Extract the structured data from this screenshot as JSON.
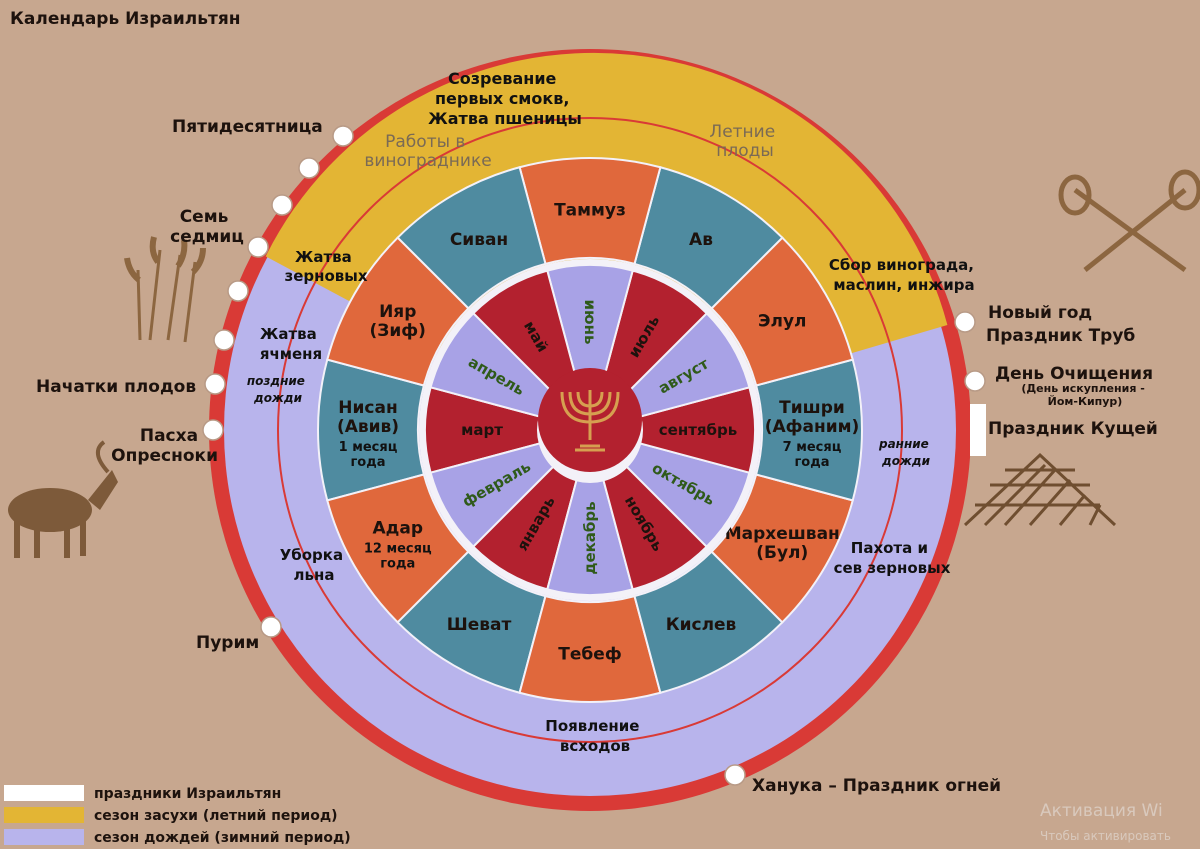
{
  "title": "Календарь Израильтян",
  "colors": {
    "background": "#c7a78f",
    "outer_ring": "#d93a36",
    "summer": "#e3b534",
    "winter": "#b8b4ec",
    "month_blue": "#4f8ba0",
    "month_orange": "#e0683c",
    "inner_red": "#b3212f",
    "inner_lilac": "#a8a2e6",
    "hub": "#b3212f",
    "menorah": "#c8954a",
    "holiday": "#ffffff"
  },
  "months": [
    {
      "name": "Нисан",
      "alt": "(Авив)",
      "note": [
        "1 месяц",
        "года"
      ],
      "color": "blue"
    },
    {
      "name": "Адар",
      "alt": "",
      "note": [
        "12 месяц",
        "года"
      ],
      "color": "orange"
    },
    {
      "name": "Шеват",
      "alt": "",
      "note": [],
      "color": "blue"
    },
    {
      "name": "Тебеф",
      "alt": "",
      "note": [],
      "color": "orange"
    },
    {
      "name": "Кислев",
      "alt": "",
      "note": [],
      "color": "blue"
    },
    {
      "name": "Мархешван",
      "alt": "(Бул)",
      "note": [],
      "color": "orange"
    },
    {
      "name": "Тишри",
      "alt": "(Афаним)",
      "note": [
        "7 месяц",
        "года"
      ],
      "color": "blue"
    },
    {
      "name": "Элул",
      "alt": "",
      "note": [],
      "color": "orange"
    },
    {
      "name": "Ав",
      "alt": "",
      "note": [],
      "color": "blue"
    },
    {
      "name": "Таммуз",
      "alt": "",
      "note": [],
      "color": "orange"
    },
    {
      "name": "Сиван",
      "alt": "",
      "note": [],
      "color": "blue"
    },
    {
      "name": "Ияр",
      "alt": "(Зиф)",
      "note": [],
      "color": "orange"
    }
  ],
  "gregorian": [
    {
      "name": "март",
      "color": "red"
    },
    {
      "name": "февраль",
      "color": "lilac"
    },
    {
      "name": "январь",
      "color": "red"
    },
    {
      "name": "декабрь",
      "color": "lilac"
    },
    {
      "name": "ноябрь",
      "color": "red"
    },
    {
      "name": "октябрь",
      "color": "lilac"
    },
    {
      "name": "сентябрь",
      "color": "red"
    },
    {
      "name": "август",
      "color": "lilac"
    },
    {
      "name": "июль",
      "color": "red"
    },
    {
      "name": "июнь",
      "color": "lilac"
    },
    {
      "name": "май",
      "color": "red"
    },
    {
      "name": "апрель",
      "color": "lilac"
    }
  ],
  "season_labels": {
    "top": [
      "Созревание",
      "первых смокв,",
      "Жатва пшеницы"
    ],
    "vineyard": [
      "Работы в",
      "винограднике"
    ],
    "summer_fruit": [
      "Летние",
      "плоды"
    ],
    "grain_harvest": [
      "Жатва",
      "зерновых"
    ],
    "grapes": [
      "Сбор винограда,",
      "маслин, инжира"
    ],
    "barley": [
      "Жатва",
      "ячменя"
    ],
    "late_rain": [
      "поздние",
      "дожди"
    ],
    "early_rain": [
      "ранние",
      "дожди"
    ],
    "flax": [
      "Уборка",
      "льна"
    ],
    "plowing": [
      "Пахота и",
      "сев зерновых"
    ],
    "sprouts": [
      "Появление",
      "всходов"
    ]
  },
  "holidays": {
    "pentecost": "Пятидесятница",
    "seven_weeks": [
      "Семь",
      "седмиц"
    ],
    "firstfruits": "Начатки плодов",
    "passover": [
      "Пасха",
      "Опресноки"
    ],
    "purim": "Пурим",
    "new_year": [
      "Новый год",
      "Праздник Труб"
    ],
    "atonement": "День Очищения",
    "atonement_sub": [
      "(День искупления -",
      "Йом-Кипур)"
    ],
    "tabernacles": "Праздник Кущей",
    "hanukkah": "Ханука – Праздник огней"
  },
  "legend": [
    {
      "label": "праздники Израильтян",
      "color": "#ffffff"
    },
    {
      "label": "сезон засухи (летний период)",
      "color": "#e3b534"
    },
    {
      "label": "сезон дождей (зимний период)",
      "color": "#b8b4ec"
    }
  ],
  "watermark": [
    "Активация Wi",
    "Чтобы активировать"
  ]
}
